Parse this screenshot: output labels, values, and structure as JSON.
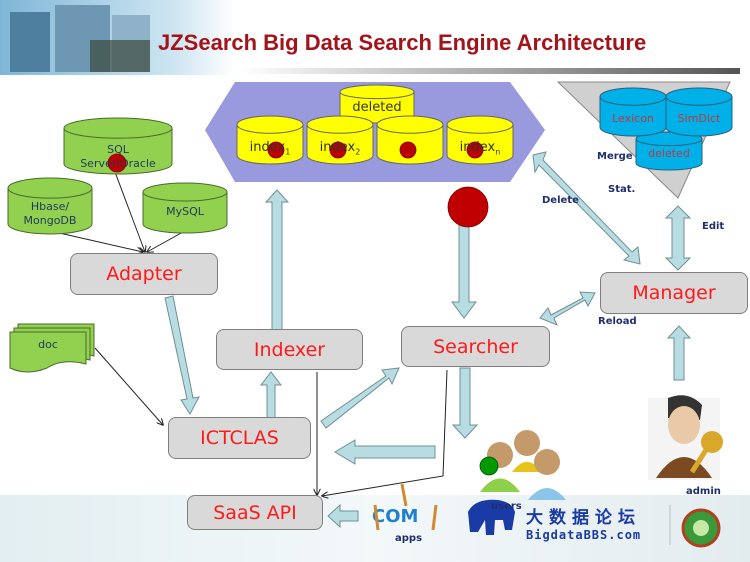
{
  "title": "JZSearch Big Data Search Engine Architecture",
  "index_cluster": {
    "deleted": "deleted",
    "indexes": [
      {
        "base": "index",
        "sub": "1"
      },
      {
        "base": "index",
        "sub": "2"
      },
      {
        "base": "…",
        "sub": ""
      },
      {
        "base": "index",
        "sub": "n"
      }
    ]
  },
  "dictionary": {
    "lexicon": "Lexicon",
    "simdict": "SimDict",
    "deleted": "deleted"
  },
  "data_sources": {
    "sql": "SQL Server/Oracle",
    "sql_line1": "SQL",
    "sql_line2": "Server/Oracle",
    "hbase_line1": "Hbase/",
    "hbase_line2": "MongoDB",
    "mysql": "MySQL",
    "doc": "doc"
  },
  "components": {
    "adapter": "Adapter",
    "indexer": "Indexer",
    "searcher": "Searcher",
    "ictclas": "ICTCLAS",
    "saas_api": "SaaS API",
    "manager": "Manager"
  },
  "edge_labels": {
    "merge": "Merge",
    "stat": "Stat.",
    "delete": "Delete",
    "edit": "Edit",
    "reload": "Reload"
  },
  "actors": {
    "users": "users",
    "admin": "admin",
    "apps": "apps"
  },
  "footer": {
    "logo_cn": "大数据论坛",
    "logo_en": "BigdataBBS.com"
  },
  "colors": {
    "title": "#a3141a",
    "component_text": "#ff1a1a",
    "component_fill": "#d9d9d9",
    "arrow_fill": "#b7dde3",
    "index_bg": "#9999dd",
    "index_cyl": "#ffff00",
    "dict_cyl": "#00b0e8",
    "source_cyl": "#92d050",
    "marker_red": "#c00000",
    "label_navy": "#1f2e6e"
  }
}
